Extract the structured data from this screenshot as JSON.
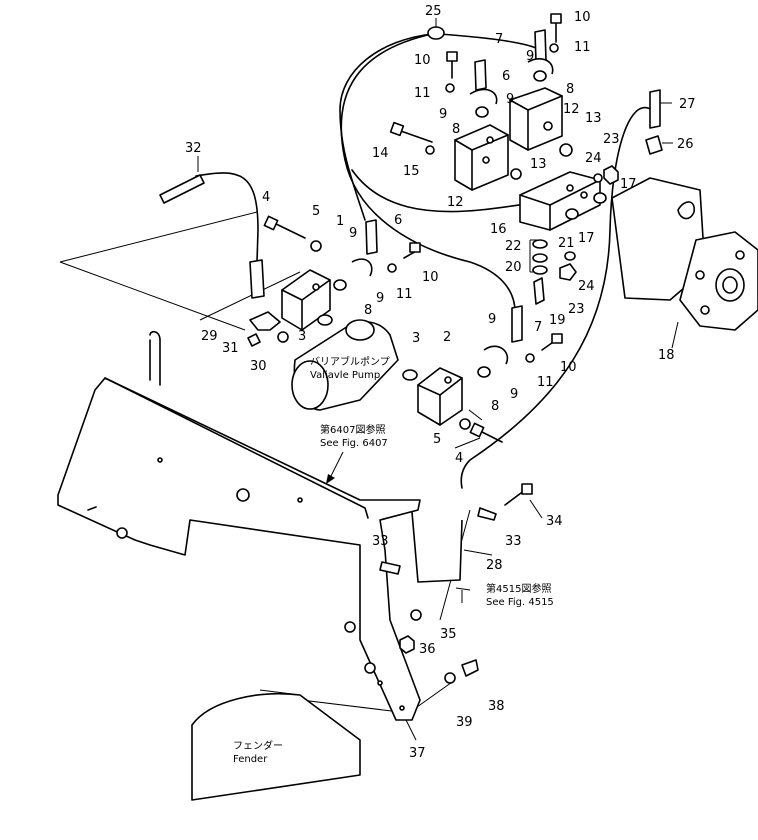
{
  "callouts": [
    "1",
    "2",
    "3",
    "3",
    "4",
    "4",
    "5",
    "5",
    "6",
    "6",
    "7",
    "7",
    "8",
    "8",
    "8",
    "8",
    "9",
    "9",
    "9",
    "9",
    "9",
    "9",
    "9",
    "10",
    "10",
    "10",
    "10",
    "11",
    "11",
    "11",
    "11",
    "12",
    "12",
    "13",
    "13",
    "14",
    "15",
    "16",
    "17",
    "17",
    "18",
    "19",
    "20",
    "21",
    "22",
    "23",
    "23",
    "24",
    "24",
    "25",
    "26",
    "27",
    "28",
    "29",
    "30",
    "31",
    "32",
    "33",
    "33",
    "34",
    "35",
    "36",
    "37",
    "38",
    "39"
  ],
  "notes": {
    "pump_jp": "バリアブルポンプ",
    "pump_en": "Valiavle Pump",
    "ref6407_jp": "第6407図参照",
    "ref6407_en": "See Fig. 6407",
    "ref4515_jp": "第4515図参照",
    "ref4515_en": "See Fig. 4515",
    "fender_jp": "フェンダー",
    "fender_en": "Fender"
  }
}
